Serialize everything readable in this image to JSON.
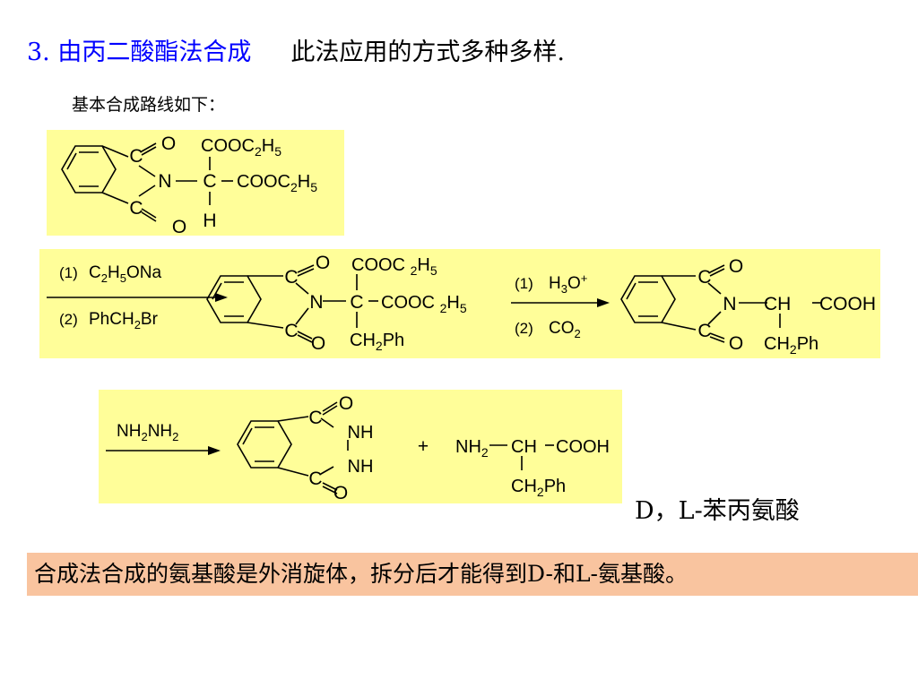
{
  "heading": {
    "number": "3.",
    "title": "由丙二酸酯法合成",
    "description": "此法应用的方式多种多样."
  },
  "subtitle": "基本合成路线如下：",
  "panel1": {
    "carbonyl_c": "C",
    "o": "O",
    "n": "N",
    "central_c": "C",
    "h": "H",
    "ester_top": "COOC2H5",
    "ester_right": "COOC2H5"
  },
  "panel2": {
    "step1_num": "(1)",
    "step1_reagent": "C2H5ONa",
    "step2_num": "(2)",
    "step2_reagent": "PhCH2Br",
    "intermediate": {
      "carbonyl_c": "C",
      "o": "O",
      "n": "N",
      "central_c": "C",
      "ester_top": "COOC 2H5",
      "ester_right": "COOC 2H5",
      "side_chain": "CH2Ph"
    },
    "step3_num": "(1)",
    "step3_reagent": "H3O+",
    "step4_num": "(2)",
    "step4_reagent": "CO2",
    "product": {
      "carbonyl_c": "C",
      "o": "O",
      "n": "N",
      "ch": "CH",
      "cooh": "COOH",
      "side_chain": "CH2Ph"
    }
  },
  "panel3": {
    "reagent": "NH2NH2",
    "phthalhydrazide": {
      "carbonyl_c": "C",
      "o": "O",
      "nh": "NH"
    },
    "plus": "+",
    "amino_acid": {
      "nh2": "NH2",
      "ch": "CH",
      "cooh": "COOH",
      "side_chain": "CH2Ph"
    }
  },
  "product_label": "D，L-苯丙氨酸",
  "conclusion": "合成法合成的氨基酸是外消旋体，拆分后才能得到D-和L-氨基酸。",
  "colors": {
    "panel_bg": "#fffe99",
    "conclusion_bg": "#f9c49f",
    "heading_blue": "#0000ff"
  }
}
